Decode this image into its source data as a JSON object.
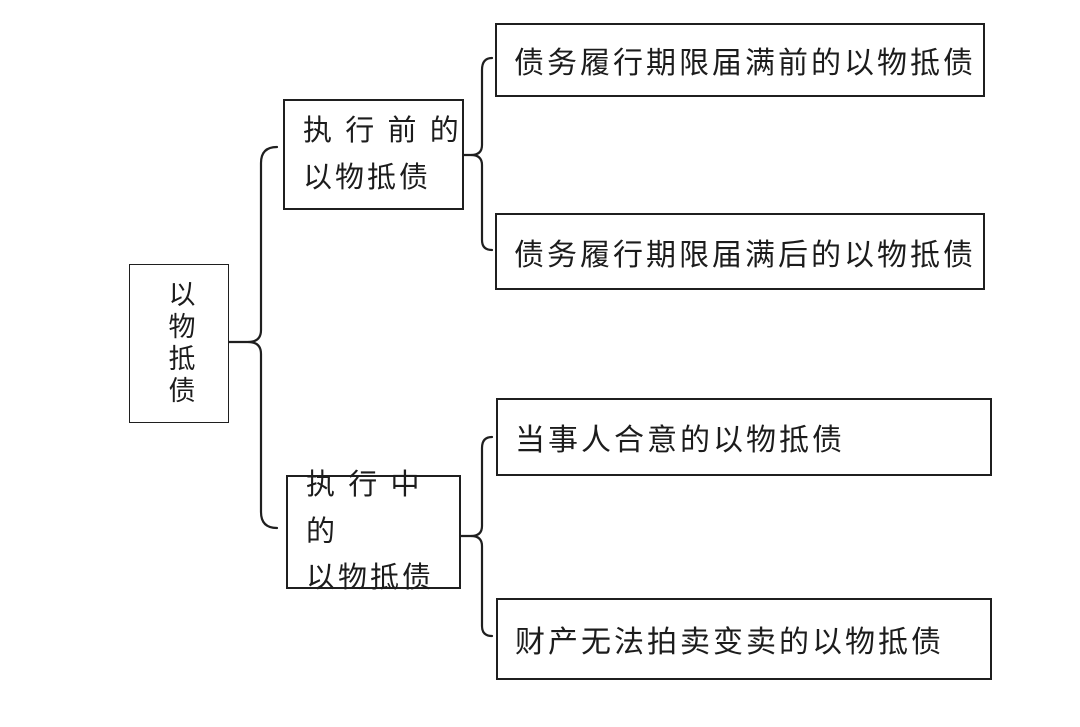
{
  "diagram": {
    "root": {
      "label": "以物抵债"
    },
    "branches": [
      {
        "label_line1": "执 行 前 的",
        "label_line2": "以物抵债",
        "children": [
          "债务履行期限届满前的以物抵债",
          "债务履行期限届满后的以物抵债"
        ]
      },
      {
        "label_line1": "执 行 中 的",
        "label_line2": "以物抵债",
        "children": [
          "当事人合意的以物抵债",
          "财产无法拍卖变卖的以物抵债"
        ]
      }
    ],
    "colors": {
      "line": "#1f1f1f",
      "background": "#ffffff",
      "box_fill": "#ffffff"
    }
  }
}
